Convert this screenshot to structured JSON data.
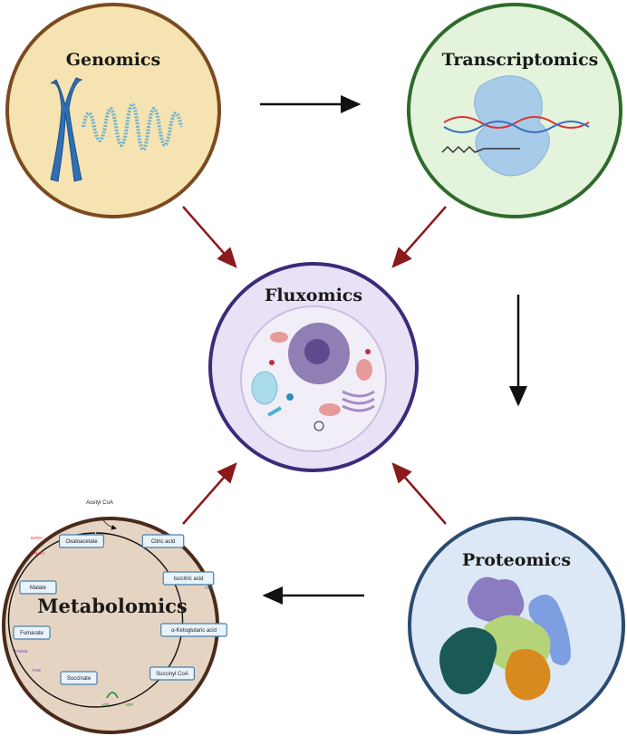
{
  "nodes": {
    "genomics": {
      "label": "Genomics",
      "fill": "#f6e3b2",
      "stroke": "#7b4b1f"
    },
    "transcriptomics": {
      "label": "Transcriptomics",
      "fill": "#e3f3dc",
      "stroke": "#2e6b2b"
    },
    "fluxomics": {
      "label": "Fluxomics",
      "fill": "#e9e2f6",
      "stroke": "#3c2a7b"
    },
    "metabolomics": {
      "label": "Metabolomics",
      "fill": "#e6d4c3",
      "stroke": "#4a2a1a"
    },
    "proteomics": {
      "label": "Proteomics",
      "fill": "#dce8f6",
      "stroke": "#2b4b70"
    }
  },
  "arrows": {
    "flow_color": "#111111",
    "influence_color": "#8b1a1a"
  },
  "tca_cycle": {
    "input": "Acetyl CoA",
    "metabolites": [
      "Oxaloacetate",
      "Citric acid",
      "Isocitric acid",
      "α-Ketoglutaric acid",
      "Succinyl CoA",
      "Succinate",
      "Fumarate",
      "Malate"
    ],
    "cofactors": {
      "nadh": "NADH",
      "nad": "NAD+",
      "co2": "CO2",
      "fadh2": "FADH2",
      "fad": "FAD",
      "atp": "ATP",
      "adp": "ADP"
    }
  }
}
